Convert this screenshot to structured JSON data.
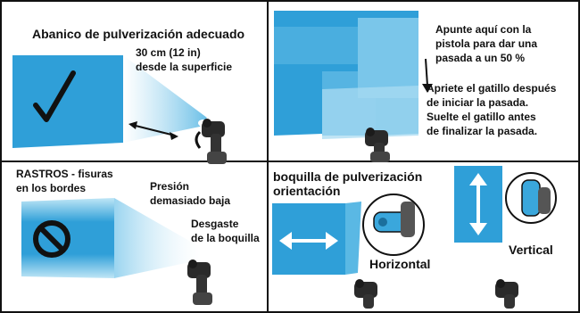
{
  "colors": {
    "spray_blue": "#2f9fd8",
    "spray_light": "#bfe6f6",
    "border": "#111111",
    "gun_dark": "#2a2a2a",
    "accent_blue": "#3aa7dc"
  },
  "panels": {
    "proper_fan": {
      "title": "Abanico de pulverización adecuado",
      "distance_line1": "30 cm (12 in)",
      "distance_line2": "desde la superficie",
      "icons": [
        "checkmark-icon",
        "double-arrow-icon",
        "spray-gun-icon"
      ]
    },
    "overlap": {
      "line1": "Apunte aquí con la",
      "line2": "pistola para dar una",
      "line3": "pasada a un 50 %",
      "trigger_line1": "Apriete el gatillo después",
      "trigger_line2": "de iniciar la pasada.",
      "trigger_line3": "Suelte el gatillo antes",
      "trigger_line4": "de finalizar la pasada.",
      "icons": [
        "arrow-icon",
        "spray-gun-icon"
      ]
    },
    "tails": {
      "title_line1": "RASTROS - fisuras",
      "title_line2": "en los bordes",
      "cause1_line1": "Presión",
      "cause1_line2": "demasiado baja",
      "cause2_line1": "Desgaste",
      "cause2_line2": "de la boquilla",
      "icons": [
        "prohibited-icon",
        "spray-gun-icon"
      ]
    },
    "orientation": {
      "title_line1": "boquilla de pulverización",
      "title_line2": "orientación",
      "horizontal": "Horizontal",
      "vertical": "Vertical",
      "icons": [
        "horizontal-arrow-icon",
        "vertical-arrow-icon",
        "spray-tip-icon",
        "spray-gun-icon"
      ]
    }
  }
}
